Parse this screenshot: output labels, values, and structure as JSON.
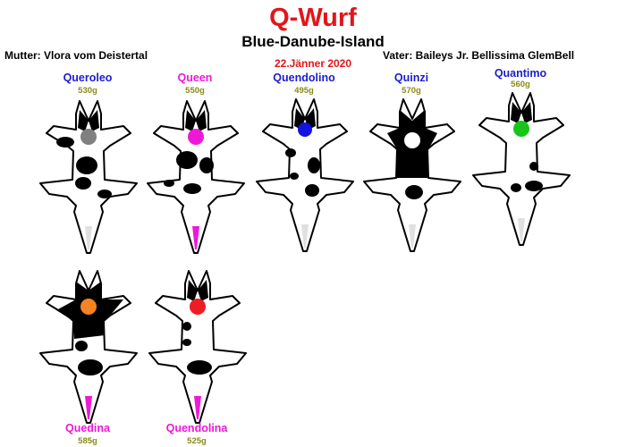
{
  "header": {
    "title": "Q-Wurf",
    "subtitle": "Blue-Danube-Island",
    "mother": "Mutter: Vlora vom Deistertal",
    "father": "Vater: Baileys Jr. Bellissima GlemBell",
    "date": "22.Jänner 2020"
  },
  "colors": {
    "title": "#e3151a",
    "date": "#e3151a",
    "male_name": "#1c1ccf",
    "female_name": "#ee18d8",
    "weight": "#8a8a1a"
  },
  "litter": [
    {
      "name": "Queroleo",
      "weight": "530g",
      "sex": "male",
      "marker": "#808080"
    },
    {
      "name": "Queen",
      "weight": "550g",
      "sex": "female",
      "marker": "#ee18d8"
    },
    {
      "name": "Quendolino",
      "weight": "495g",
      "sex": "male",
      "marker": "#1414e0"
    },
    {
      "name": "Quinzi",
      "weight": "570g",
      "sex": "male",
      "marker": "#ffffff"
    },
    {
      "name": "Quantimo",
      "weight": "560g",
      "sex": "male",
      "marker": "#19c419"
    },
    {
      "name": "Quedina",
      "weight": "585g",
      "sex": "female",
      "marker": "#f5831f"
    },
    {
      "name": "Quendolina",
      "weight": "525g",
      "sex": "female",
      "marker": "#ee1c24"
    }
  ]
}
